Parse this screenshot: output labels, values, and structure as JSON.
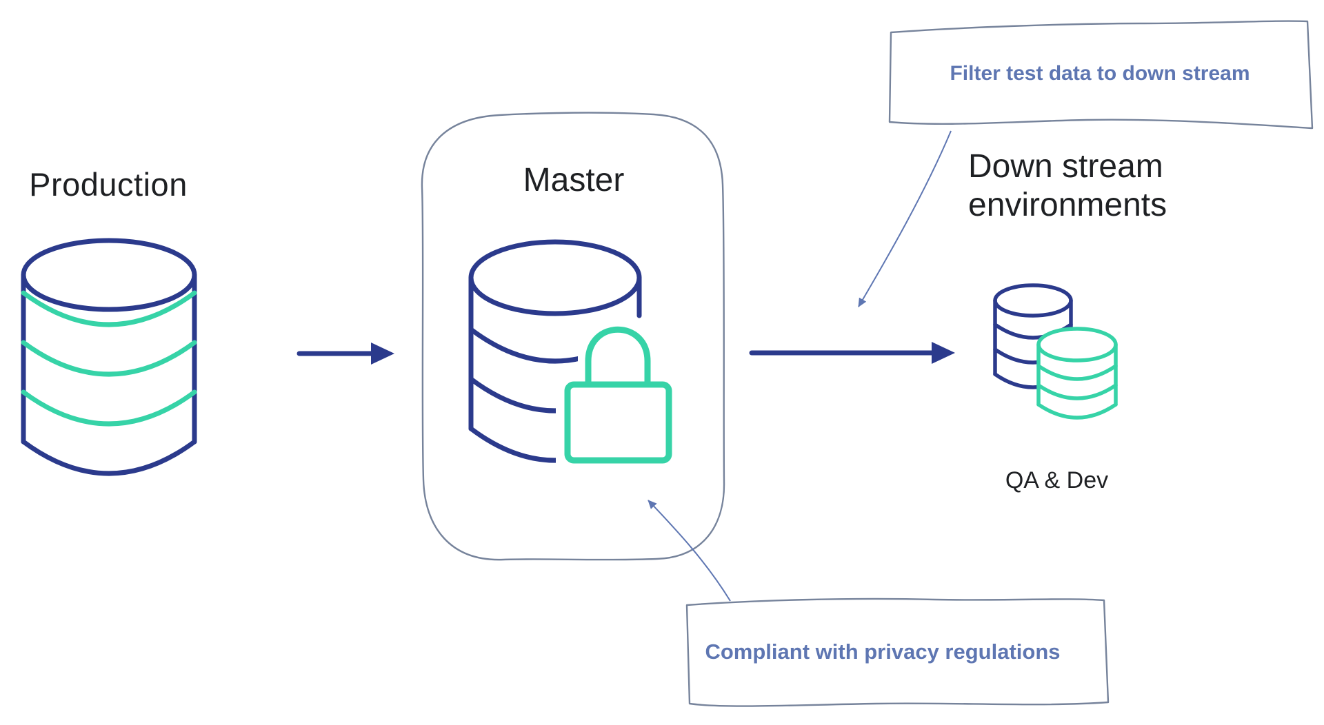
{
  "diagram": {
    "production": {
      "label": "Production",
      "icon": "database-icon"
    },
    "master": {
      "label": "Master",
      "icon": "database-lock-icon"
    },
    "downstream": {
      "label": "Down stream environments",
      "caption": "QA & Dev",
      "icon": "database-pair-icon"
    },
    "callouts": {
      "filter": {
        "text": "Filter test data to down stream"
      },
      "compliance": {
        "text": "Compliant with privacy regulations"
      }
    },
    "colors": {
      "navy": "#2b3a8c",
      "teal": "#36d3a7",
      "slate": "#5e76b2",
      "sketch": "#76839b",
      "ink": "#1e2023",
      "bg": "#ffffff"
    }
  }
}
